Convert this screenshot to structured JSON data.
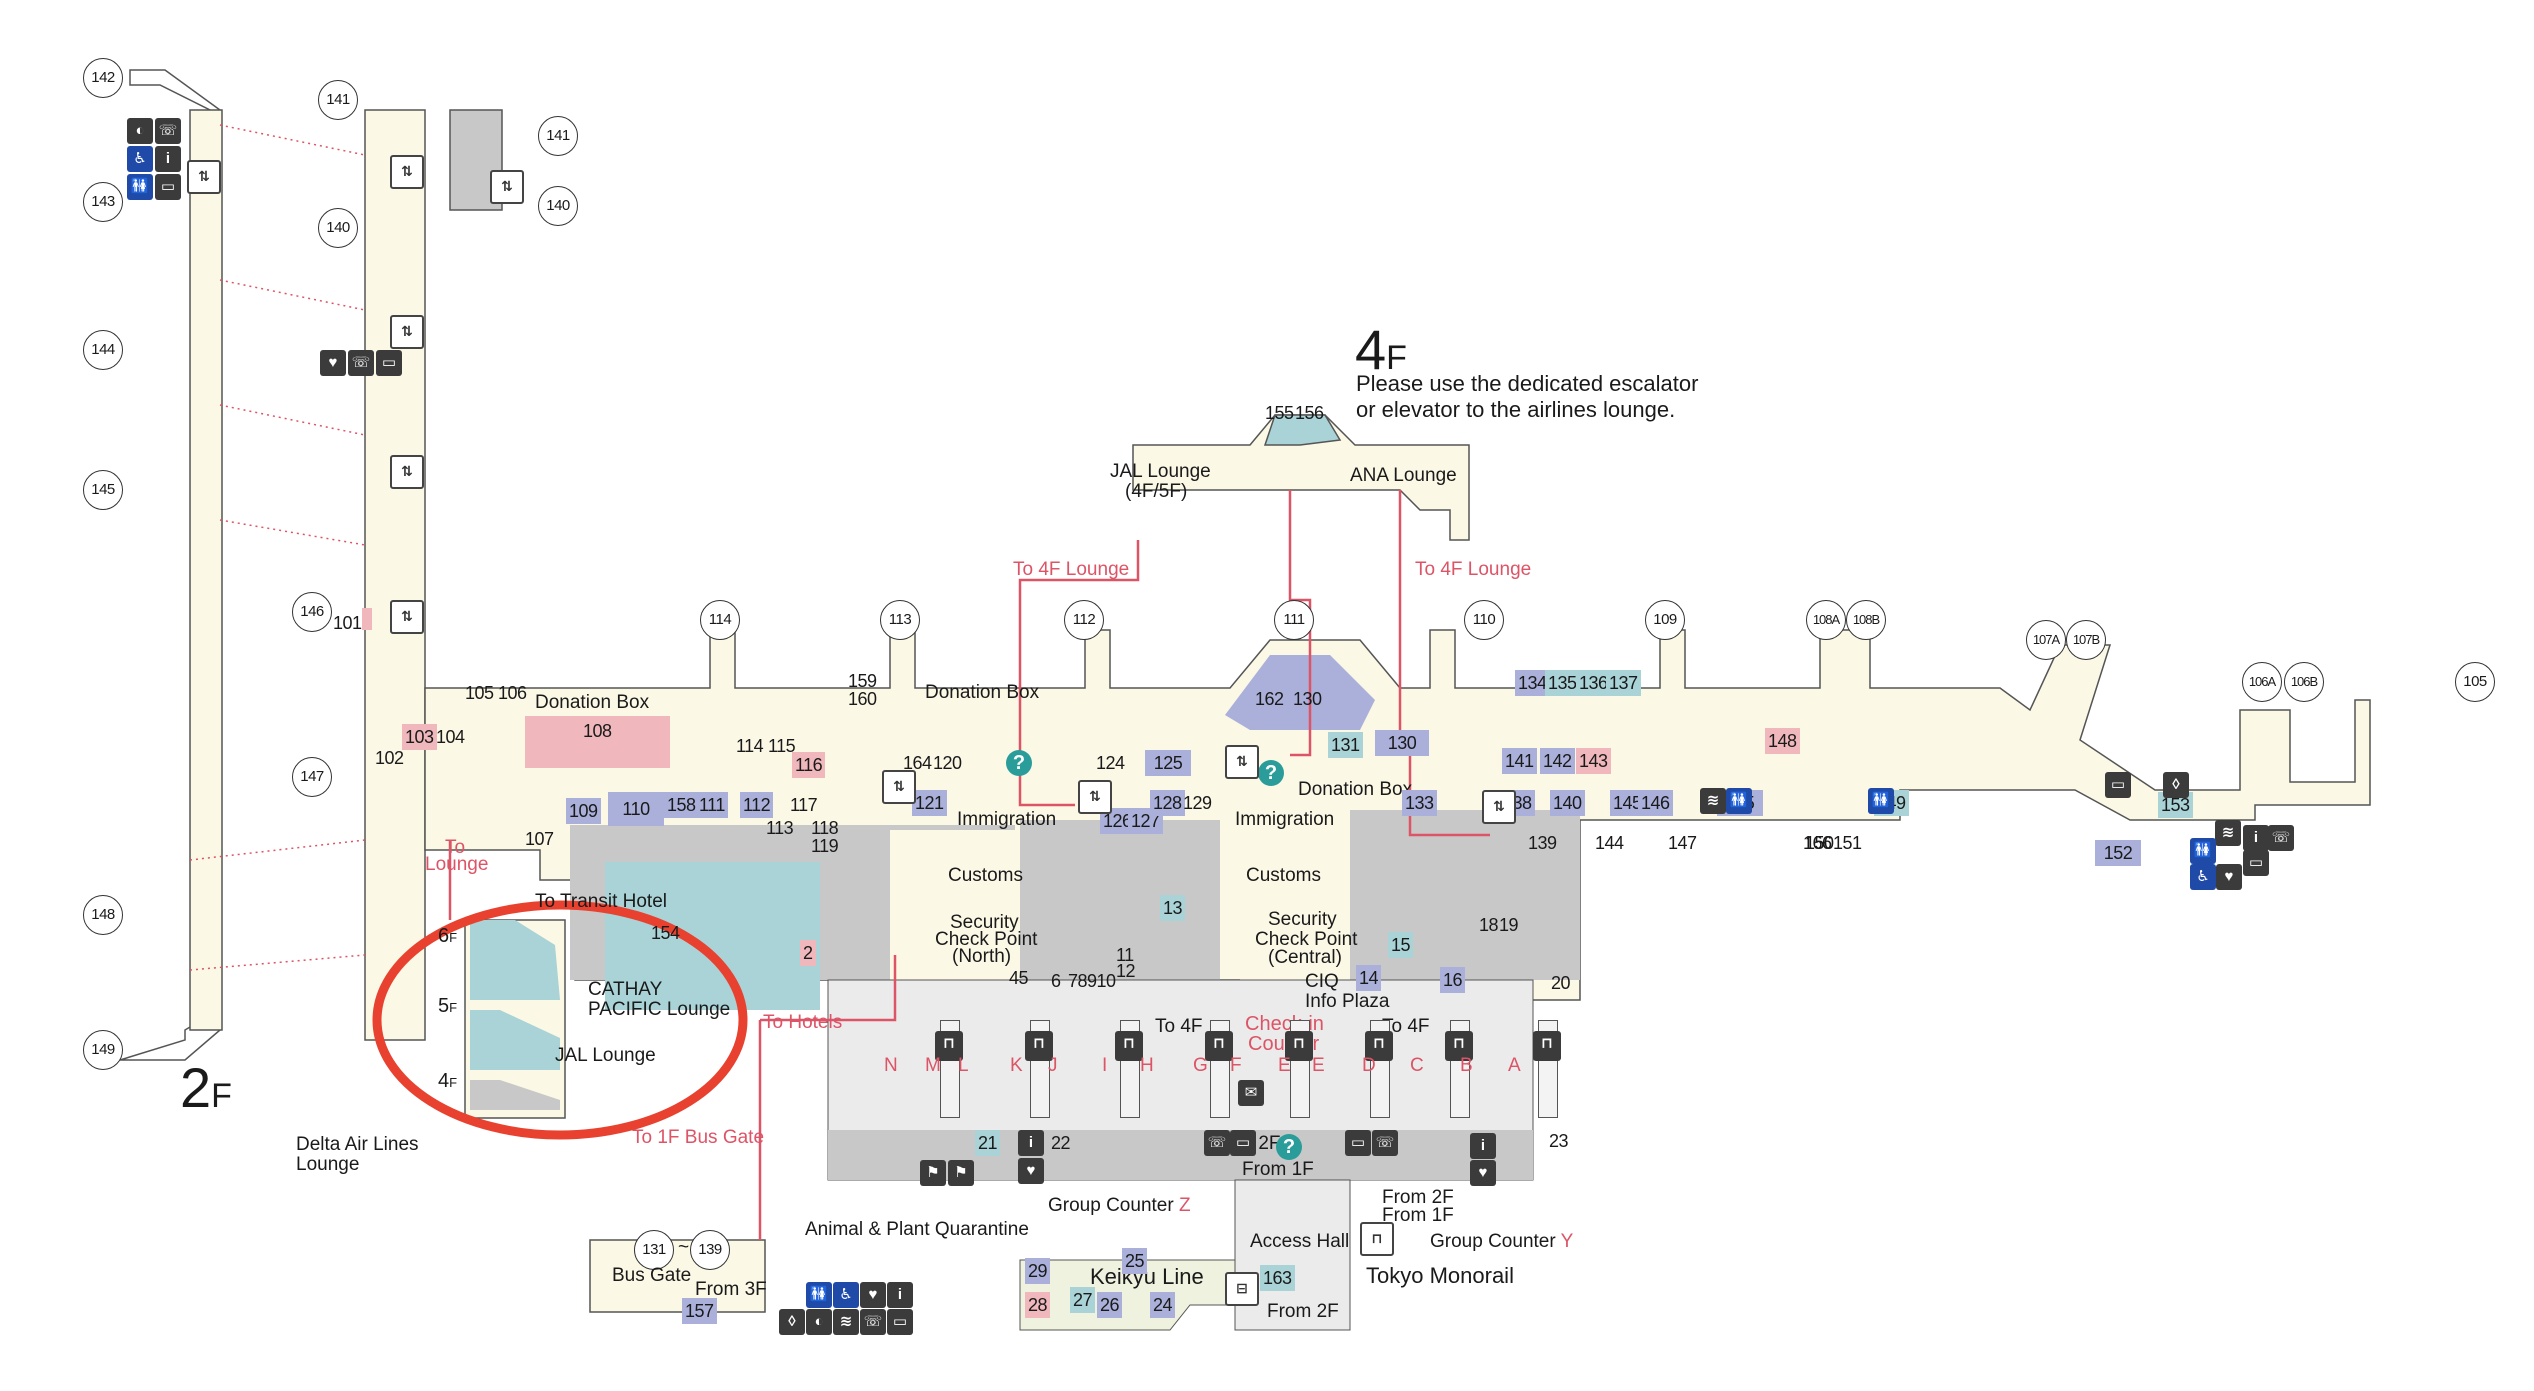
{
  "floors": {
    "second": {
      "label": "2",
      "suffix": "F"
    },
    "fourth": {
      "label": "4",
      "suffix": "F",
      "note_line1": "Please use the dedicated escalator",
      "note_line2": "or elevator to the airlines lounge."
    },
    "lounge_levels": {
      "six": "6",
      "five": "5",
      "four": "4",
      "suffix": "F"
    }
  },
  "gates": {
    "west_pier": [
      "142",
      "143",
      "144",
      "145",
      "148",
      "149"
    ],
    "west_annex": [
      "141",
      "140",
      "141",
      "140"
    ],
    "west_main": [
      "146",
      "147"
    ],
    "main": [
      "114",
      "113",
      "112",
      "111",
      "110",
      "109",
      "108A",
      "108B",
      "107A",
      "107B",
      "106A",
      "106B",
      "105"
    ],
    "bus": {
      "from": "131",
      "to": "139",
      "separator": "~"
    }
  },
  "lounges": {
    "jal_4f5f_line1": "JAL Lounge",
    "jal_4f5f_line2": "(4F/5F)",
    "ana": "ANA Lounge",
    "cathay_line1": "CATHAY",
    "cathay_line2": "PACIFIC Lounge",
    "jal": "JAL Lounge",
    "delta_line1": "Delta Air Lines",
    "delta_line2": "Lounge"
  },
  "labels": {
    "donation_box": "Donation Box",
    "immigration": "Immigration",
    "customs": "Customs",
    "security_north_1": "Security",
    "security_north_2": "Check Point",
    "security_north_3": "(North)",
    "security_central_1": "Security",
    "security_central_2": "Check Point",
    "security_central_3": "(Central)",
    "ciq": "CIQ",
    "info_plaza": "Info Plaza",
    "to_4f": "To 4F",
    "to_2f": "To 2F",
    "from_1f": "From 1F",
    "from_2f": "From 2F",
    "from_3f": "From 3F",
    "check_in_1": "Check-in",
    "check_in_2": "Counter",
    "group_counter": "Group Counter",
    "group_z": "Z",
    "group_y": "Y",
    "animal_plant": "Animal & Plant Quarantine",
    "access_hall": "Access Hall",
    "keikyu": "Keikyu Line",
    "monorail": "Tokyo Monorail",
    "bus_gate": "Bus Gate",
    "to_transit_hotel": "To Transit Hotel",
    "to_hotels": "To Hotels",
    "to_lounge_1": "To",
    "to_lounge_2": "Lounge",
    "to_4f_lounge": "To 4F Lounge",
    "to_1f_bus_gate": "To 1F Bus Gate"
  },
  "counters": [
    "N",
    "M",
    "L",
    "K",
    "J",
    "I",
    "H",
    "G",
    "F",
    "E",
    "E",
    "D",
    "C",
    "B",
    "A"
  ],
  "rooms": {
    "r101": "101",
    "r102": "102",
    "r103": "103",
    "r104": "104",
    "r105": "105",
    "r106": "106",
    "r107": "107",
    "r108": "108",
    "r109": "109",
    "r110": "110",
    "r111": "111",
    "r112": "112",
    "r113": "113",
    "r114": "114",
    "r115": "115",
    "r116": "116",
    "r117": "117",
    "r118": "118",
    "r119": "119",
    "r120": "120",
    "r121": "121",
    "r124": "124",
    "r125": "125",
    "r126": "126",
    "r127": "127",
    "r128": "128",
    "r129": "129",
    "r130a": "130",
    "r130b": "130",
    "r131": "131",
    "r133": "133",
    "r134": "134",
    "r135": "135",
    "r136": "136",
    "r137": "137",
    "r138": "138",
    "r139": "139",
    "r140": "140",
    "r141": "141",
    "r142": "142",
    "r143": "143",
    "r144": "144",
    "r145": "145",
    "r146": "146",
    "r147": "147",
    "r148": "148",
    "r149": "149",
    "r150": "150",
    "r151": "151",
    "r152": "152",
    "r153": "153",
    "r154": "154",
    "r155": "155",
    "r156": "156",
    "r157": "157",
    "r158": "158",
    "r159": "159",
    "r160": "160",
    "r162": "162",
    "r163": "163",
    "r164": "164",
    "r165": "165",
    "r166": "166",
    "r2": "2",
    "r45": "45",
    "r6": "6",
    "r78910": "78910",
    "r11": "11",
    "r12": "12",
    "r13": "13",
    "r14": "14",
    "r15": "15",
    "r16": "16",
    "r18": "18",
    "r19": "19",
    "r20": "20",
    "r21": "21",
    "r22": "22",
    "r23": "23",
    "r24": "24",
    "r25": "25",
    "r26": "26",
    "r27": "27",
    "r28": "28",
    "r29": "29"
  },
  "icons": {
    "elevator": "⇅",
    "phone": "☏",
    "info": "i",
    "internet": "▭",
    "aed": "♥",
    "wheelchair": "♿",
    "restroom": "🚻",
    "nursery": "◐",
    "smoking": "≋",
    "water": "◊",
    "question": "?",
    "counter": "⊓",
    "prayer": "⚑",
    "mail": "✉",
    "clock": "◷",
    "train": "⊟",
    "monorail": "⊓"
  },
  "colors": {
    "floor": "#fbf8e6",
    "shop_purple": "#aab0da",
    "shop_teal": "#a9d3d6",
    "shop_pink": "#f0b8bc",
    "restricted_gray": "#c8c8c8",
    "checkin_gray": "#ebebeb",
    "route_red": "#dc5466",
    "highlight_circle": "#e8412f",
    "icon_dark": "#3b3b3b",
    "icon_blue": "#1f4aa8"
  }
}
